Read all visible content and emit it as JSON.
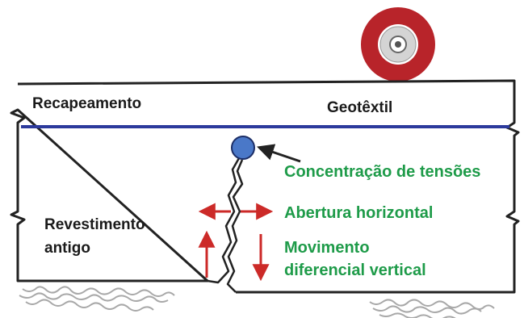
{
  "labels": {
    "recapeamento": "Recapeamento",
    "geotextil": "Geotêxtil",
    "concentracao": "Concentração de tensões",
    "abertura": "Abertura horizontal",
    "movimento_line1": "Movimento",
    "movimento_line2": "diferencial vertical",
    "revestimento_line1": "Revestimento",
    "revestimento_line2": "antigo"
  },
  "colors": {
    "outline": "#222222",
    "geotextile": "#2c3a9c",
    "arrows": "#cc2a28",
    "label_green": "#1e9b49",
    "label_dark": "#1a1a1a",
    "stress_circle": "#4a78c8",
    "roll_outer": "#b8242a",
    "roll_core": "#d0d0d0",
    "gravel": "#a8a8a8"
  },
  "icons": {
    "roll": "geotextile-roll-icon",
    "stress": "stress-point-icon"
  }
}
